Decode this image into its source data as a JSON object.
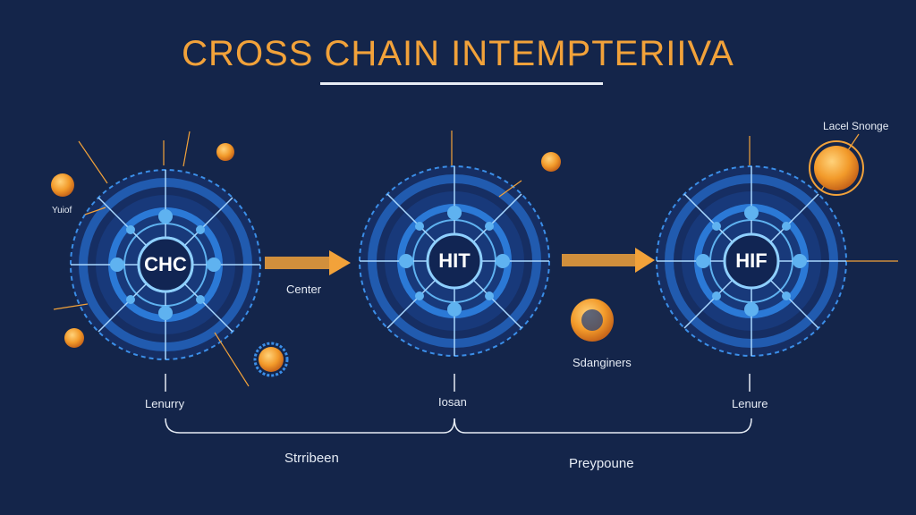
{
  "title": "CROSS CHAIN INTEMPTERIIVA",
  "hubs": [
    {
      "label": "CHC",
      "bottom_label": "Lenurry"
    },
    {
      "label": "HIT",
      "bottom_label": "Iosan"
    },
    {
      "label": "HIF",
      "bottom_label": "Lenure"
    }
  ],
  "arrows": [
    {
      "label": "Center"
    },
    {
      "label": "Sdanginers"
    }
  ],
  "side_labels": {
    "left_small": "Yuiof",
    "top_right": "Lacel Snonge"
  },
  "bracket_labels": {
    "left": "Strribeen",
    "right": "Preypoune"
  },
  "colors": {
    "background": "#14254a",
    "accent": "#f2a23a",
    "ring": "#2b79d6",
    "node": "#5fb2f0"
  }
}
